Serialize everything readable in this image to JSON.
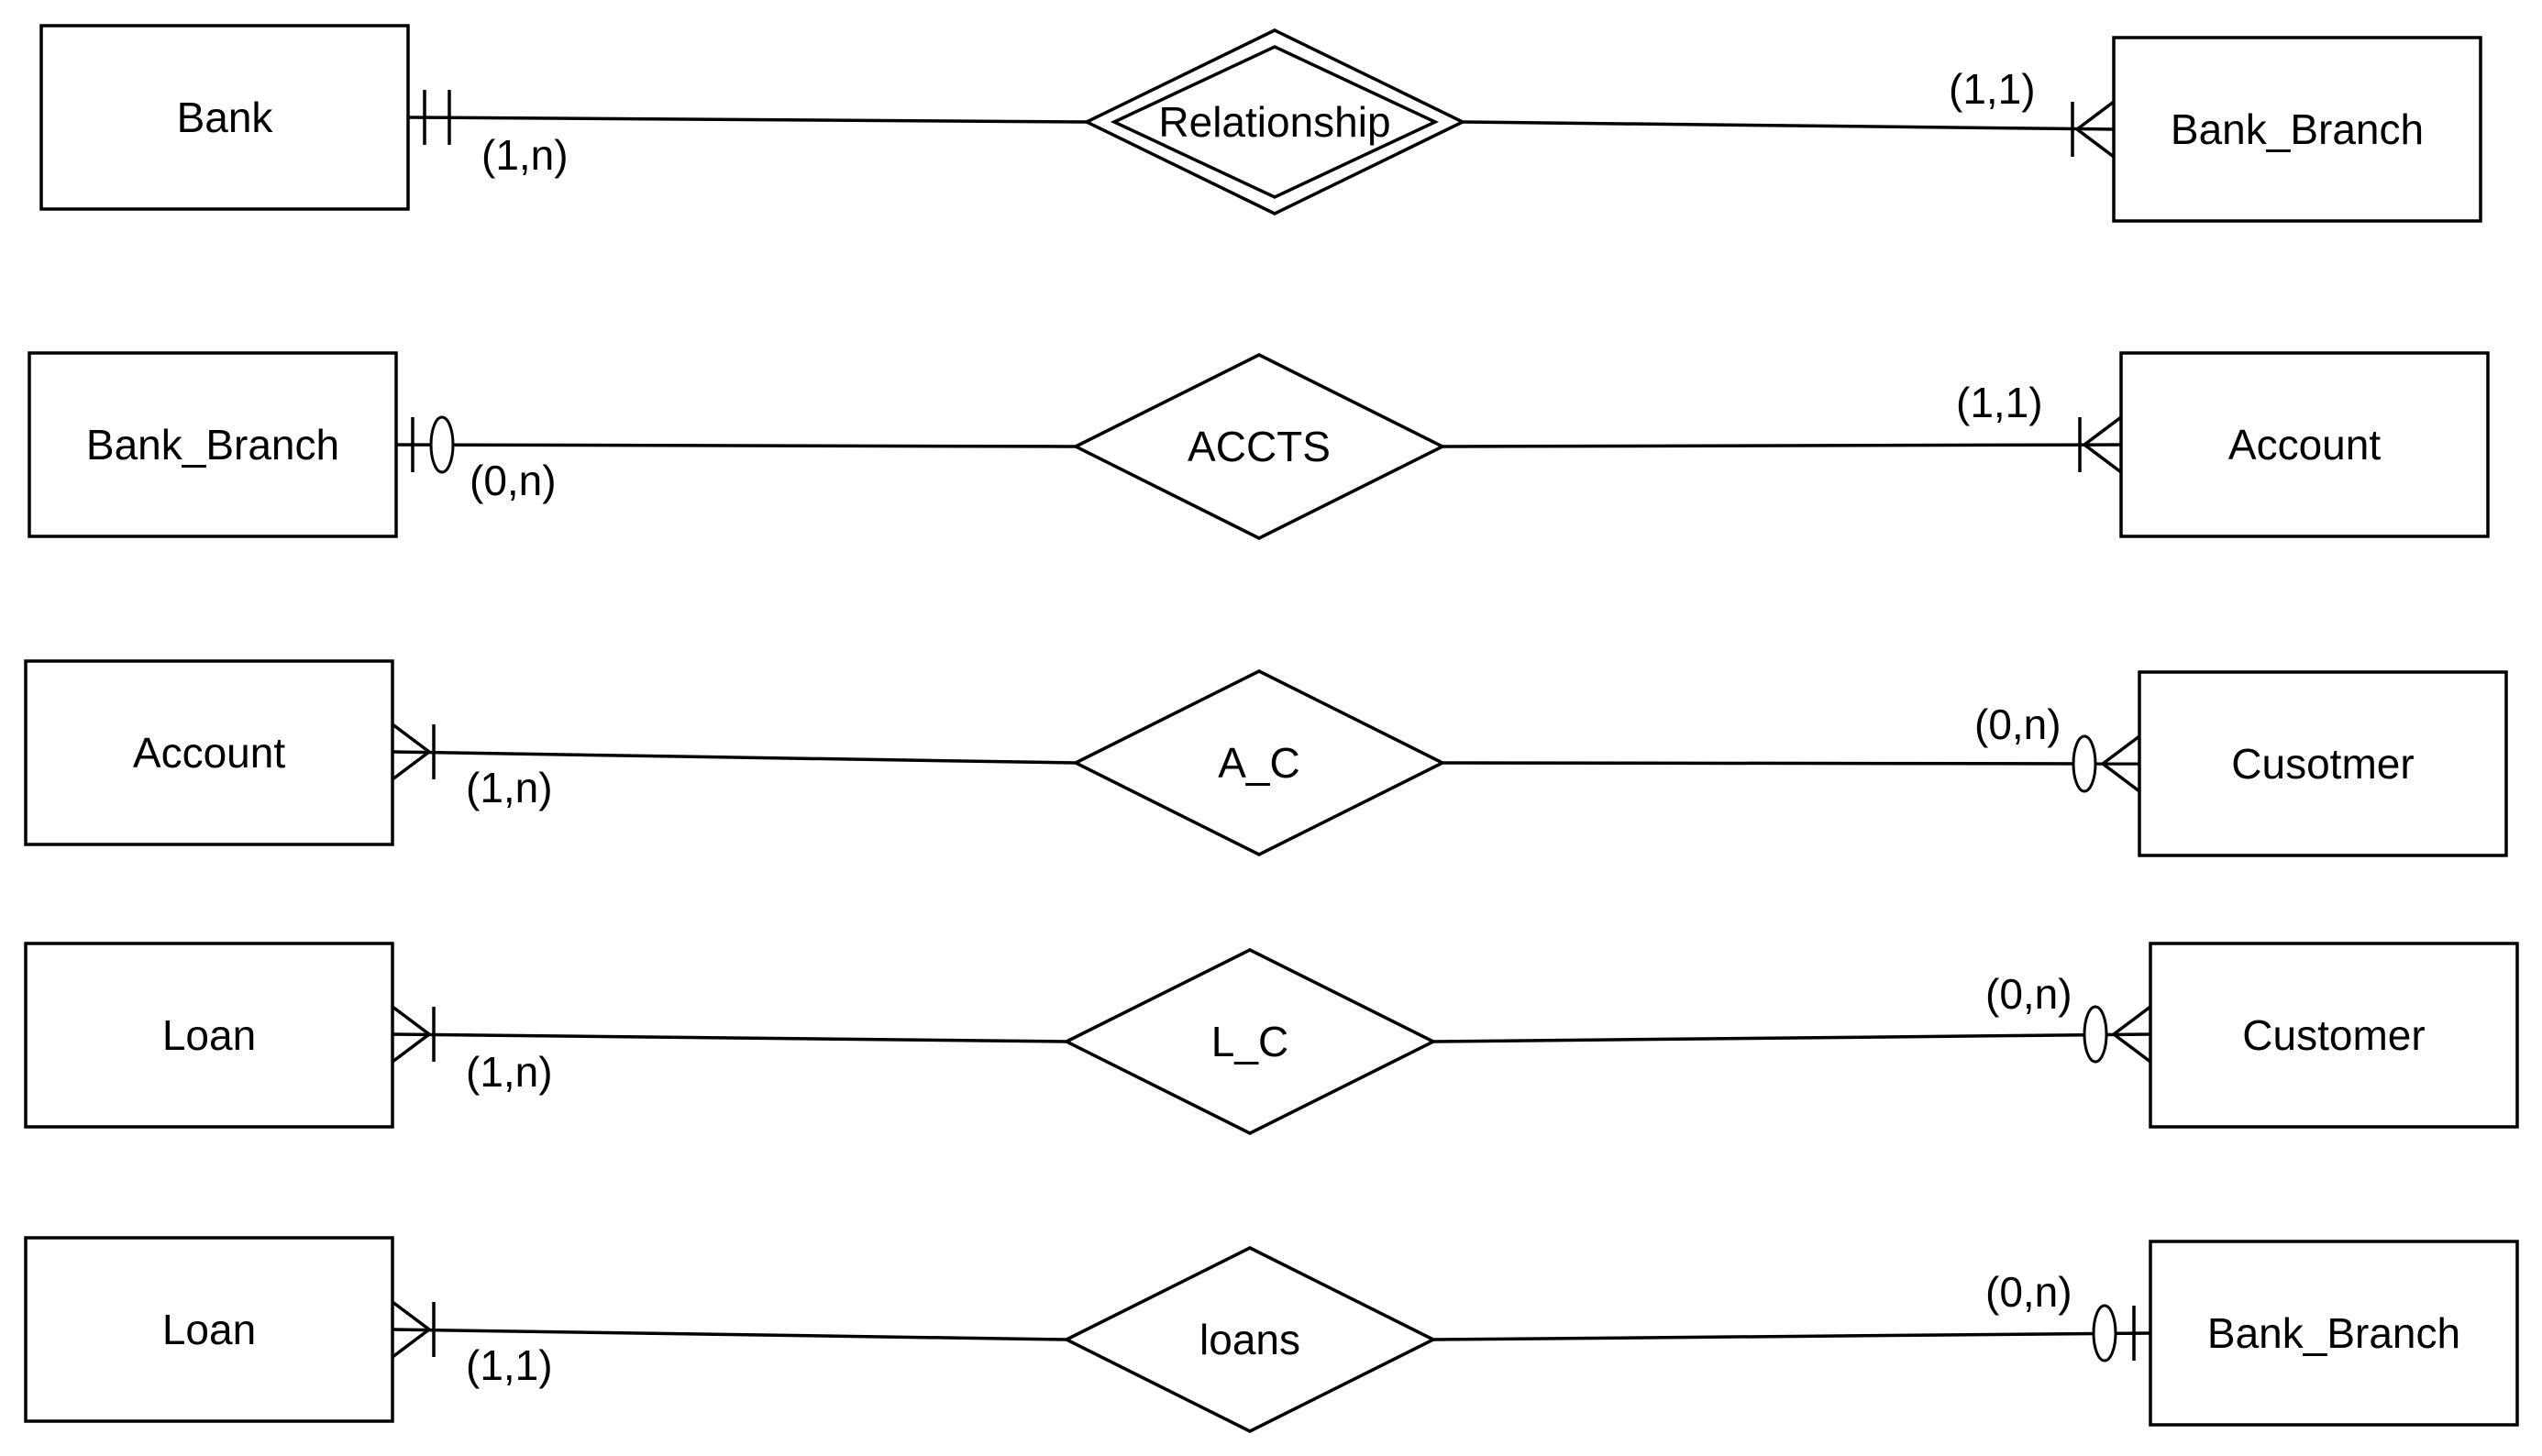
{
  "diagram": {
    "type": "er-diagram",
    "rows": [
      {
        "left": {
          "name": "Bank",
          "cardinality": "(1,n)",
          "notation": "one-and-only-one"
        },
        "relationship": {
          "name": "Relationship",
          "style": "double"
        },
        "right": {
          "name": "Bank_Branch",
          "cardinality": "(1,1)",
          "notation": "one-or-many"
        }
      },
      {
        "left": {
          "name": "Bank_Branch",
          "cardinality": "(0,n)",
          "notation": "zero-or-one"
        },
        "relationship": {
          "name": "ACCTS",
          "style": "single"
        },
        "right": {
          "name": "Account",
          "cardinality": "(1,1)",
          "notation": "one-or-many"
        }
      },
      {
        "left": {
          "name": "Account",
          "cardinality": "(1,n)",
          "notation": "one-or-many"
        },
        "relationship": {
          "name": "A_C",
          "style": "single"
        },
        "right": {
          "name": "Cusotmer",
          "cardinality": "(0,n)",
          "notation": "zero-or-many"
        }
      },
      {
        "left": {
          "name": "Loan",
          "cardinality": "(1,n)",
          "notation": "one-or-many"
        },
        "relationship": {
          "name": "L_C",
          "style": "single"
        },
        "right": {
          "name": "Customer",
          "cardinality": "(0,n)",
          "notation": "zero-or-many"
        }
      },
      {
        "left": {
          "name": "Loan",
          "cardinality": "(1,1)",
          "notation": "one-or-many"
        },
        "relationship": {
          "name": "loans",
          "style": "single"
        },
        "right": {
          "name": "Bank_Branch",
          "cardinality": "(0,n)",
          "notation": "zero-or-one"
        }
      }
    ]
  },
  "colors": {
    "stroke": "#000000",
    "background": "#ffffff"
  }
}
